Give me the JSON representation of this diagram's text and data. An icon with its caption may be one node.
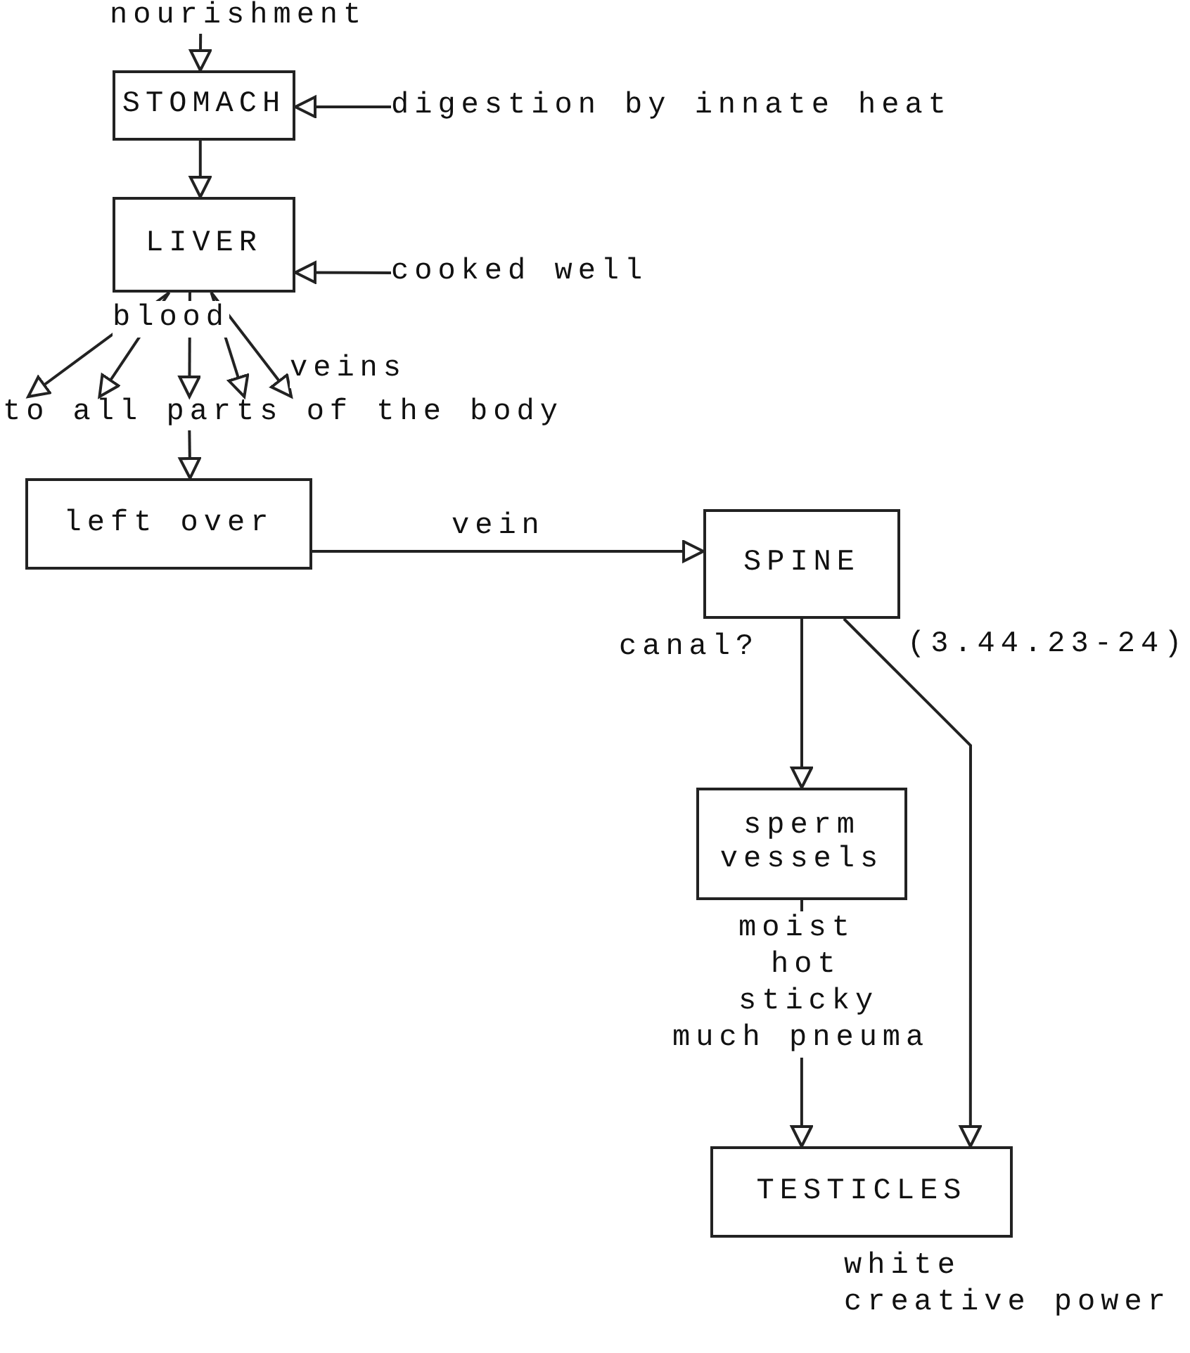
{
  "diagram": {
    "nodes": [
      {
        "text": [
          "nourishment"
        ]
      },
      {
        "text": [
          "STOMACH"
        ]
      },
      {
        "text": [
          "digestion by innate heat"
        ]
      },
      {
        "text": [
          "LIVER"
        ]
      },
      {
        "text": [
          "cooked well"
        ]
      },
      {
        "text": [
          "to all parts of the body"
        ]
      },
      {
        "text": [
          "left over"
        ]
      },
      {
        "text": [
          "SPINE"
        ],
        "beside": [
          "(3.44.23-24)"
        ]
      },
      {
        "text": [
          "sperm vessels"
        ],
        "beside": [
          "moist",
          "hot",
          "sticky",
          "much pneuma"
        ]
      },
      {
        "text": [
          "TESTICLES"
        ],
        "beside": [
          "white",
          "creative power"
        ]
      }
    ],
    "edges": [
      {
        "from": 0,
        "to": 1,
        "arrow": "to"
      },
      {
        "from": 2,
        "to": 1,
        "arrow": "to"
      },
      {
        "from": 1,
        "to": 3,
        "arrow": "to"
      },
      {
        "from": 4,
        "to": 3,
        "arrow": "to"
      },
      {
        "from": 3,
        "to": 5,
        "arrow": "to"
      },
      {
        "from": 3,
        "to": 5,
        "arrow": "to"
      },
      {
        "from": 3,
        "to": 5,
        "arrow": "to"
      },
      {
        "from": 3,
        "to": 5,
        "arrow": "to"
      },
      {
        "from": 3,
        "to": 5,
        "arrow": "to"
      },
      {
        "from": 5,
        "to": 6,
        "arrow": "to"
      },
      {
        "from": 6,
        "to": 7,
        "label": "vein",
        "arrow": "to"
      },
      {
        "from": 7,
        "to": 8,
        "arrow": "to"
      },
      {
        "from": 8,
        "to": 9,
        "arrow": "to"
      },
      {
        "from": 7,
        "to": 9,
        "arrow": "to"
      }
    ],
    "labels": [
      "blood",
      "veins",
      "canal?"
    ]
  }
}
